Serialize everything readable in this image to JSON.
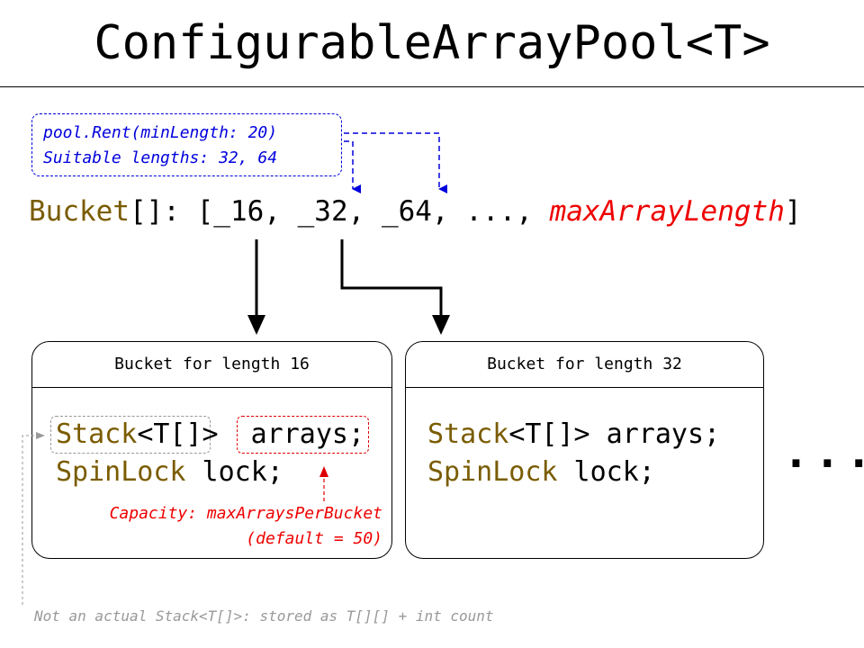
{
  "title": "ConfigurableArrayPool<T>",
  "rent_note": {
    "line1": "pool.Rent(minLength: 20)",
    "line2": "Suitable lengths: 32, 64"
  },
  "bucket_array": {
    "type_name": "Bucket",
    "decl_text": "[]: [_16, _32, _64, ..., ",
    "last_item": "maxArrayLength",
    "closing": "]"
  },
  "buckets": [
    {
      "header": "Bucket for length 16",
      "stack_type": "Stack",
      "stack_generic": "<T[]>",
      "stack_field": "arrays;",
      "lock_type": "SpinLock",
      "lock_field": " lock;"
    },
    {
      "header": "Bucket for length 32",
      "stack_type": "Stack",
      "stack_generic": "<T[]> arrays;",
      "lock_type": "SpinLock",
      "lock_field": " lock;"
    }
  ],
  "capacity_note": {
    "line1": "Capacity: maxArraysPerBucket",
    "line2": "(default = 50)"
  },
  "ellipsis": "...",
  "footnote": "Not an actual Stack<T[]>: stored as T[][] + int count",
  "colors": {
    "type_brown": "#7a5c00",
    "note_blue": "#0000dd",
    "highlight_red": "#ee0000",
    "footnote_gray": "#999999"
  }
}
